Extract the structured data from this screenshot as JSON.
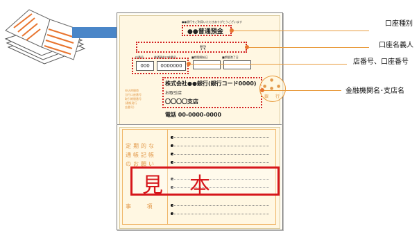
{
  "labels": {
    "account_type": "口座種別",
    "account_holder": "口座名義人",
    "branch_account_no": "店番号、口座番号",
    "bank_branch_name": "金融機関名･支店名"
  },
  "passbook": {
    "header_note": "●●銀行をご利用いただきありがとうございます",
    "account_type": "●●普通預金",
    "holder_kana": "ｻﾏ",
    "field_label_branch": "店番号",
    "field_label_account": "普通預金口座番号",
    "field_label_date1": "■期間開始日",
    "field_label_date2": "■期間満了日",
    "branch_no": "000",
    "account_no": "0000000",
    "company": "株式会社●●銀行(銀行コード0000)",
    "transactions_label": "お取引店",
    "branch_name": "〇〇〇〇支店",
    "phone": "電話 00-0000-0000",
    "side_notes": [
      "申込時間帯",
      "当行口座番号",
      "取引期間番号",
      "(通帳発行",
      "店番号)"
    ],
    "stamp_chars": [
      "●",
      "●",
      "●",
      "●",
      "銀",
      "行"
    ],
    "notes_text": "定期的な通帳記帳のお願い",
    "notes_bottom": "事 項",
    "sample": "見本"
  },
  "colors": {
    "accent_red": "#d21f1f",
    "orange": "#e8742e",
    "arrow_blue": "#4a86c8"
  },
  "icons": {
    "passbook_stack": "stacked-passbook-icon",
    "arrow": "arrow-right-icon"
  }
}
